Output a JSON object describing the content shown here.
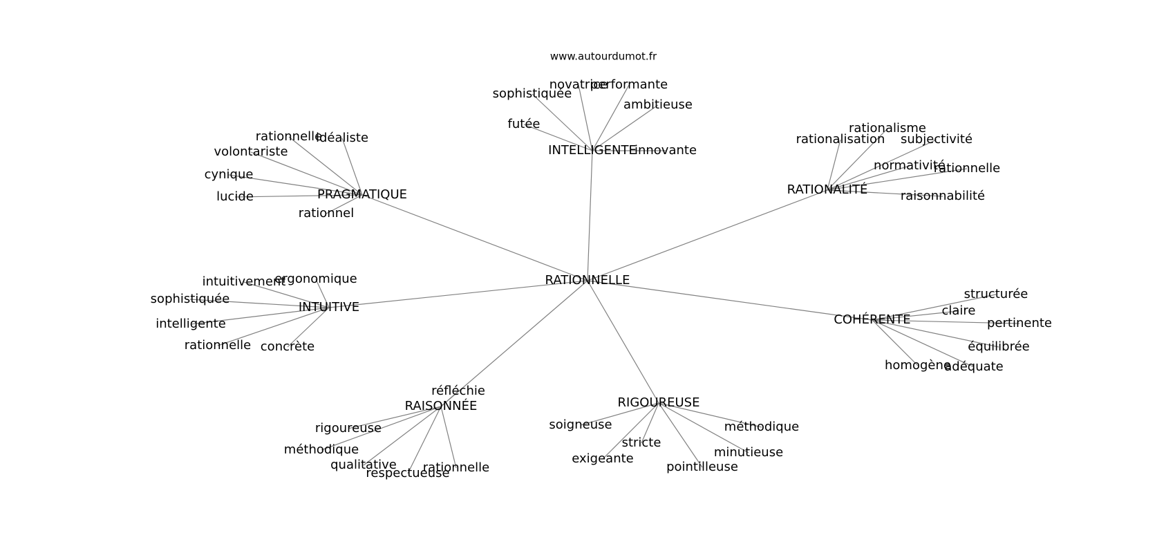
{
  "source": "www.autourdumot.fr",
  "colors": {
    "edge": "#808080",
    "text": "#000000",
    "background": "#ffffff"
  },
  "root": "RATIONNELLE",
  "clusters": [
    {
      "hub": "INTELLIGENTE",
      "leaves": [
        "novatrice",
        "performante",
        "sophistiquée",
        "ambitieuse",
        "futée",
        "innovante"
      ]
    },
    {
      "hub": "PRAGMATIQUE",
      "leaves": [
        "rationnelle",
        "idéaliste",
        "volontariste",
        "cynique",
        "lucide",
        "rationnel"
      ]
    },
    {
      "hub": "RATIONALITÉ",
      "leaves": [
        "rationalisme",
        "rationalisation",
        "subjectivité",
        "normativité",
        "rationnelle",
        "raisonnabilité"
      ]
    },
    {
      "hub": "INTUITIVE",
      "leaves": [
        "intuitivement",
        "ergonomique",
        "sophistiquée",
        "intelligente",
        "rationnelle",
        "concrète"
      ]
    },
    {
      "hub": "COHÉRENTE",
      "leaves": [
        "structurée",
        "claire",
        "pertinente",
        "équilibrée",
        "homogène",
        "adéquate"
      ]
    },
    {
      "hub": "RAISONNÉE",
      "leaves": [
        "réfléchie",
        "rigoureuse",
        "méthodique",
        "qualitative",
        "respectueuse",
        "rationnelle"
      ]
    },
    {
      "hub": "RIGOUREUSE",
      "leaves": [
        "soigneuse",
        "méthodique",
        "stricte",
        "exigeante",
        "minutieuse",
        "pointilleuse"
      ]
    }
  ]
}
